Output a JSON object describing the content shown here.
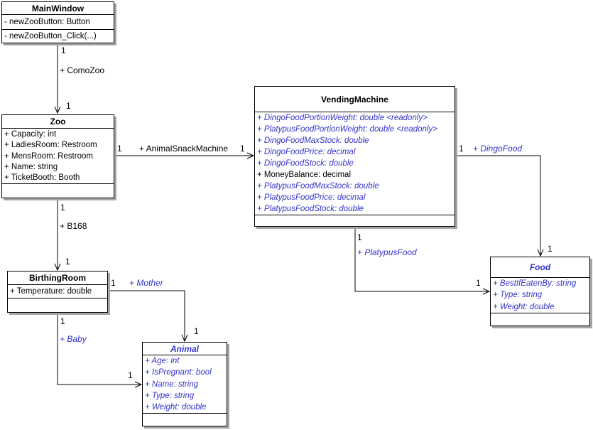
{
  "colors": {
    "virtual_text": "#3333cc",
    "regular_text": "#000000",
    "box_fill": "#ffffff",
    "box_border": "#000000",
    "box_shadow": "#a6a6a6",
    "background": "#ffffff"
  },
  "classes": {
    "mainwindow": {
      "name": "MainWindow",
      "attributes": [
        {
          "text": "- newZooButton: Button"
        }
      ],
      "methods": [
        {
          "text": "- newZooButton_Click(...)"
        }
      ]
    },
    "zoo": {
      "name": "Zoo",
      "attributes": [
        {
          "text": "+ Capacity: int"
        },
        {
          "text": "+ LadiesRoom: Restroom"
        },
        {
          "text": "+ MensRoom: Restroom"
        },
        {
          "text": "+ Name: string"
        },
        {
          "text": "+ TicketBooth: Booth"
        }
      ]
    },
    "vendingmachine": {
      "name": "VendingMachine",
      "attributes": [
        {
          "text": "+ DingoFoodPortionWeight: double <readonly>"
        },
        {
          "text": "+ PlatypusFoodPortionWeight: double <readonly>"
        },
        {
          "text": "+ DingoFoodMaxStock: double"
        },
        {
          "text": "+ DingoFoodPrice: decimal"
        },
        {
          "text": "+ DingoFoodStock: double"
        },
        {
          "text": "+ MoneyBalance: decimal"
        },
        {
          "text": "+ PlatypusFoodMaxStock: double"
        },
        {
          "text": "+ PlatypusFoodPrice: decimal"
        },
        {
          "text": "+ PlatypusFoodStock: double"
        }
      ]
    },
    "food": {
      "name": "Food",
      "attributes": [
        {
          "text": "+ BestIfEatenBy: string"
        },
        {
          "text": "+ Type: string"
        },
        {
          "text": "+ Weight: double"
        }
      ]
    },
    "birthingroom": {
      "name": "BirthingRoom",
      "attributes": [
        {
          "text": "+ Temperature: double"
        }
      ]
    },
    "animal": {
      "name": "Animal",
      "attributes": [
        {
          "text": "+ Age: int"
        },
        {
          "text": "+ IsPregnant: bool"
        },
        {
          "text": "+ Name: string"
        },
        {
          "text": "+ Type: string"
        },
        {
          "text": "+ Weight: double"
        }
      ]
    }
  },
  "associations": {
    "comozoo": {
      "source_multiplicity": "1",
      "role": "+ ComoZoo",
      "target_multiplicity": "1"
    },
    "animalsnackmachine": {
      "source_multiplicity": "1",
      "role": "+ AnimalSnackMachine",
      "target_multiplicity": "1"
    },
    "b168": {
      "source_multiplicity": "1",
      "role": "+ B168",
      "target_multiplicity": "1"
    },
    "dingofood": {
      "source_multiplicity": "1",
      "role": "+ DingoFood",
      "target_multiplicity": "1"
    },
    "platypusfood": {
      "source_multiplicity": "1",
      "role": "+ PlatypusFood",
      "target_multiplicity": "1"
    },
    "mother": {
      "source_multiplicity": "1",
      "role": "+ Mother",
      "target_multiplicity": "1"
    },
    "baby": {
      "source_multiplicity": "1",
      "role": "+ Baby",
      "target_multiplicity": "1"
    }
  }
}
